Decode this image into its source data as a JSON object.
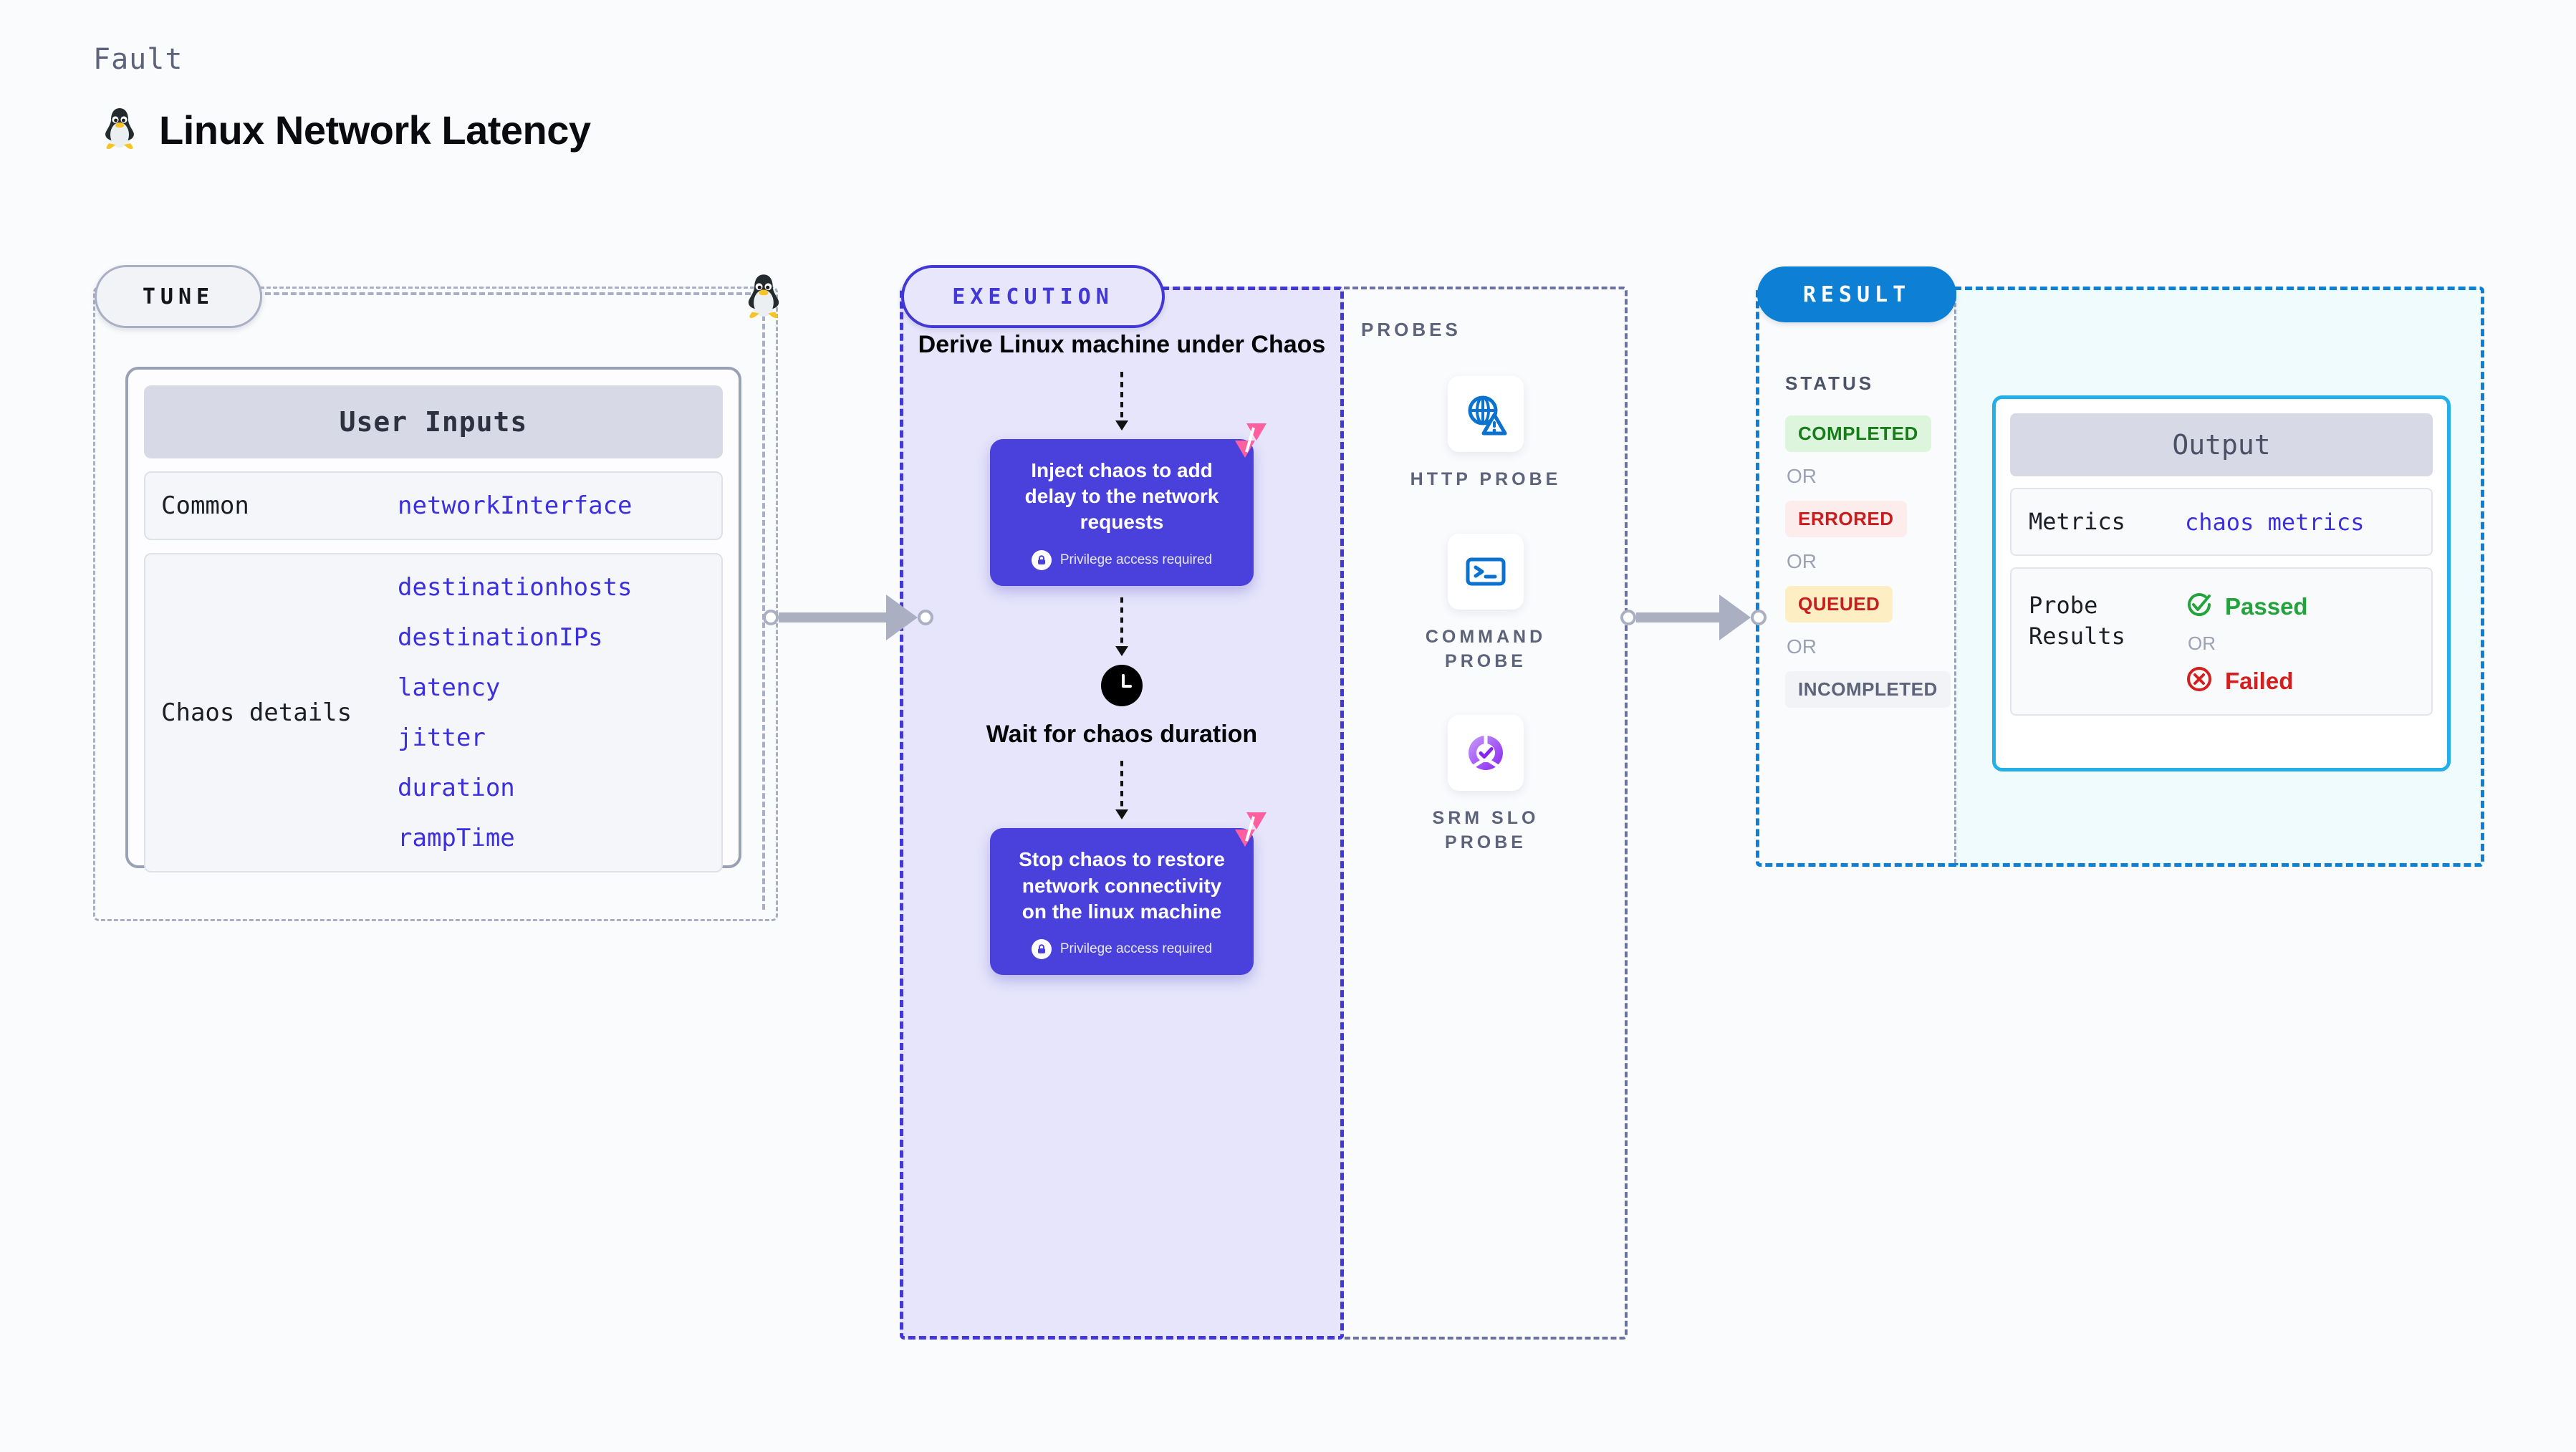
{
  "header": {
    "eyebrow": "Fault",
    "title": "Linux Network Latency",
    "logo_icon": "linux-penguin-icon"
  },
  "tune": {
    "badge": "TUNE",
    "penguin_icon": "linux-penguin-icon",
    "user_inputs_title": "User Inputs",
    "rows": [
      {
        "key": "Common",
        "values": [
          "networkInterface"
        ]
      },
      {
        "key": "Chaos details",
        "values": [
          "destinationhosts",
          "destinationIPs",
          "latency",
          "jitter",
          "duration",
          "rampTime"
        ]
      }
    ]
  },
  "execution": {
    "badge": "EXECUTION",
    "step_title": "Derive Linux machine under Chaos",
    "inject_card": {
      "text": "Inject chaos to add delay to the network requests",
      "privilege": "Privilege access required",
      "lock_icon": "lock-icon",
      "brand_icon": "harness-logo-icon"
    },
    "wait_title": "Wait for chaos duration",
    "wait_icon": "clock-icon",
    "stop_card": {
      "text": "Stop chaos to restore network connectivity on the linux machine",
      "privilege": "Privilege access required",
      "lock_icon": "lock-icon",
      "brand_icon": "harness-logo-icon"
    }
  },
  "probes": {
    "label": "PROBES",
    "items": [
      {
        "name": "HTTP PROBE",
        "icon": "globe-warning-icon"
      },
      {
        "name": "COMMAND PROBE",
        "icon": "terminal-icon"
      },
      {
        "name": "SRM SLO PROBE",
        "icon": "slo-check-icon"
      }
    ]
  },
  "result": {
    "badge": "RESULT",
    "status_label": "STATUS",
    "or_label": "OR",
    "statuses": [
      {
        "text": "COMPLETED",
        "bg": "#dcf5dc",
        "fg": "#187c18"
      },
      {
        "text": "ERRORED",
        "bg": "#fdecec",
        "fg": "#c91d1d"
      },
      {
        "text": "QUEUED",
        "bg": "#fdeec3",
        "fg": "#c91d1d"
      },
      {
        "text": "INCOMPLETED",
        "bg": "#f2f3f7",
        "fg": "#5c637a"
      }
    ],
    "output": {
      "title": "Output",
      "metrics_key": "Metrics",
      "metrics_value": "chaos metrics",
      "probe_results_key": "Probe Results",
      "passed": "Passed",
      "failed": "Failed",
      "or_label": "OR",
      "passed_icon": "check-circle-icon",
      "failed_icon": "x-circle-icon"
    }
  },
  "colors": {
    "execution_purple": "#4a41dd",
    "execution_bg": "#e6e5fb",
    "result_blue": "#0d7fd4",
    "output_cyan": "#23b0e8",
    "harness_pink": "#ff5f9e",
    "value_violet": "#3b2fe0",
    "connector_gray": "#aab0c1"
  }
}
